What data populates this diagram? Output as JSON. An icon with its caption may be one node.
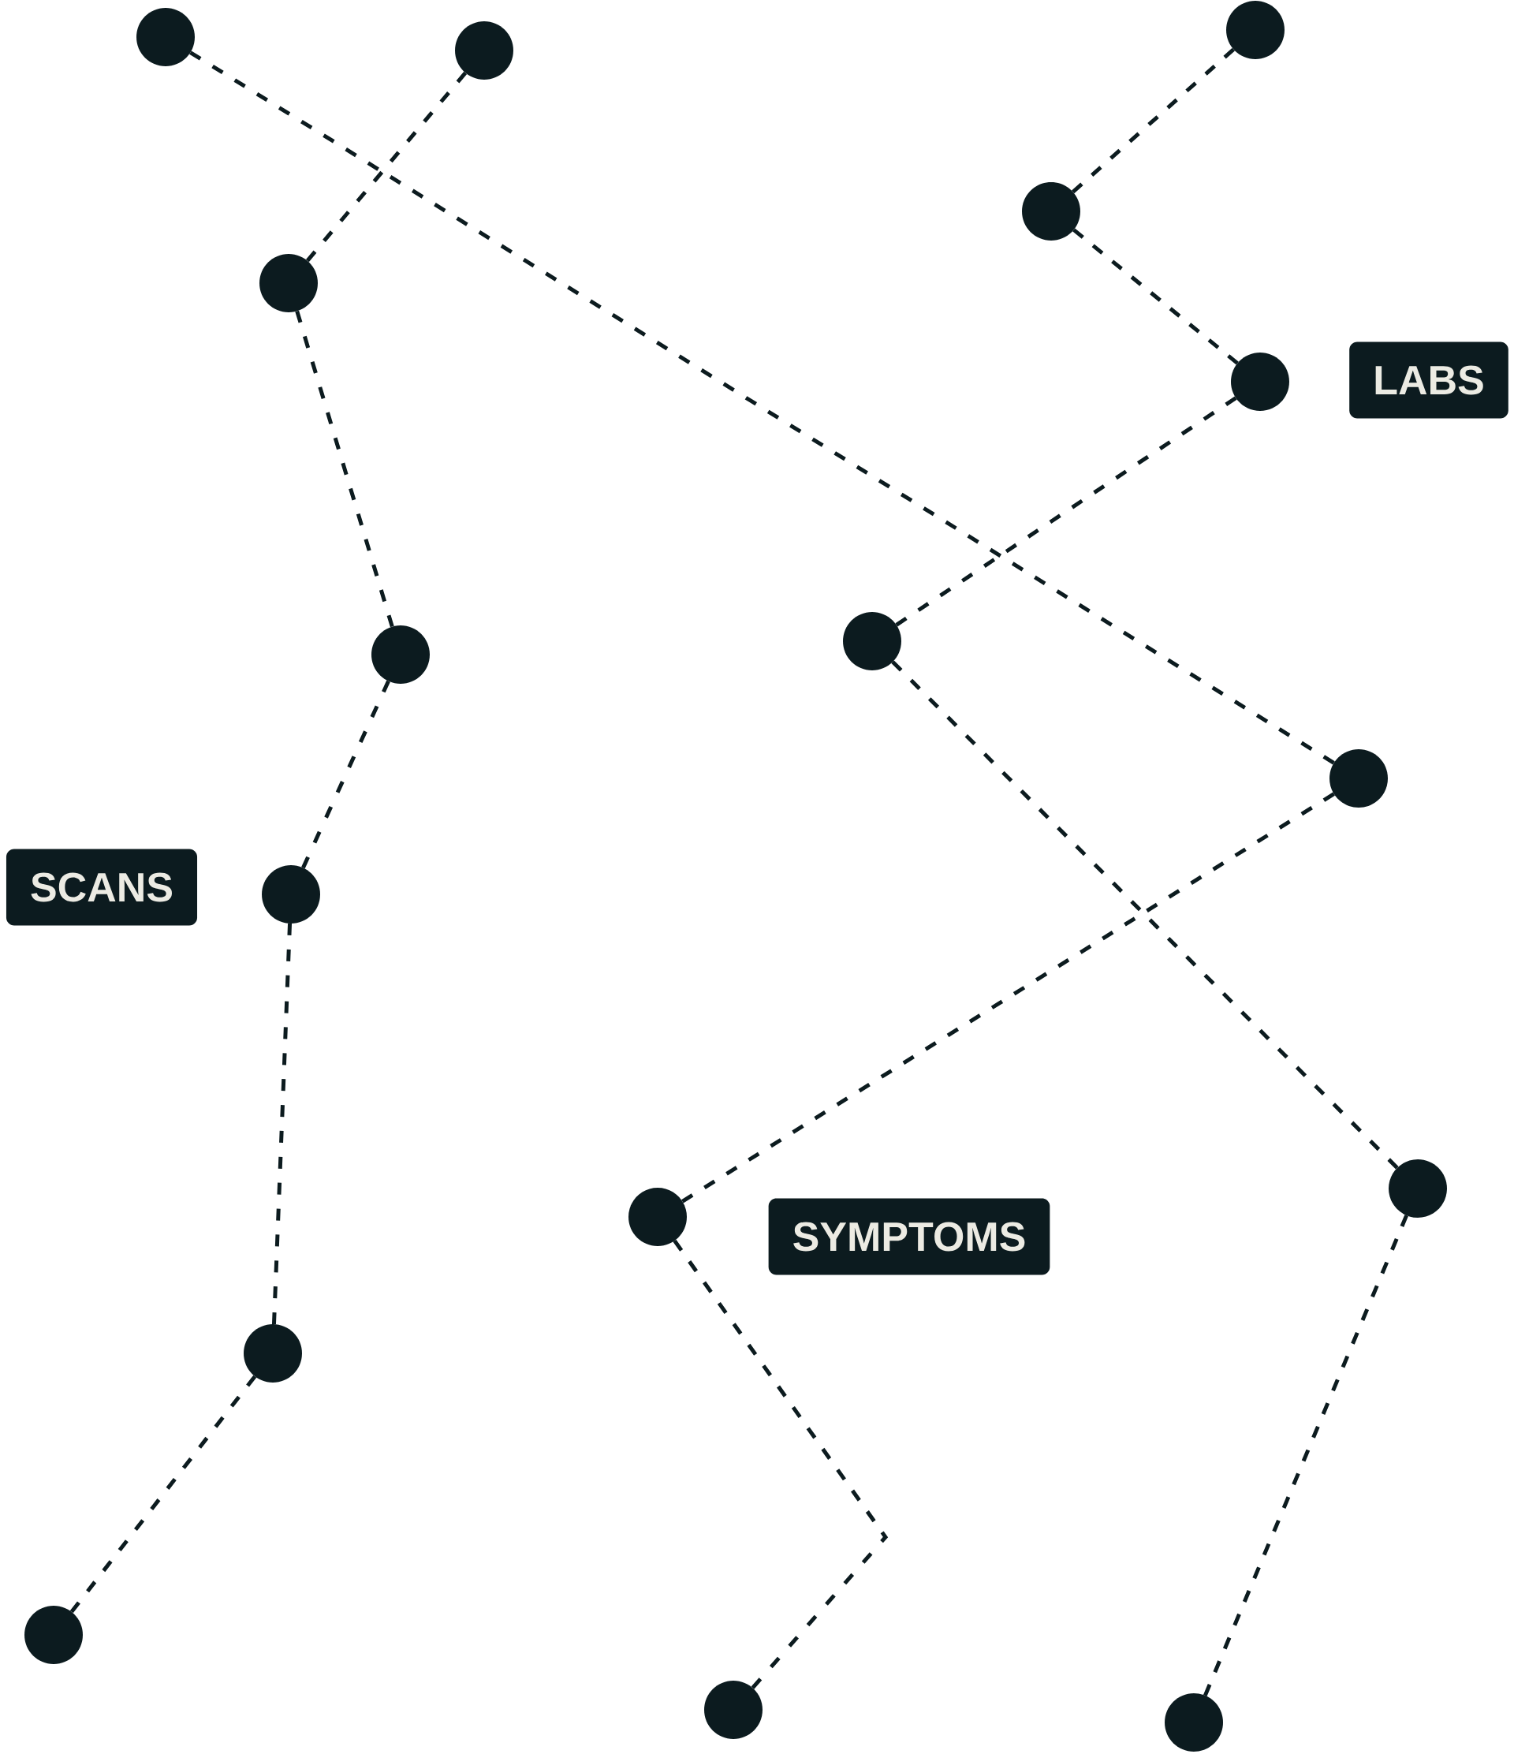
{
  "diagram": {
    "nodes": [
      {
        "text": [],
        "shape": "circle"
      },
      {
        "text": [],
        "shape": "circle"
      },
      {
        "text": [],
        "shape": "circle"
      },
      {
        "text": [],
        "shape": "circle"
      },
      {
        "text": [],
        "shape": "circle"
      },
      {
        "text": [],
        "shape": "circle"
      },
      {
        "text": [
          "LABS"
        ]
      },
      {
        "text": [],
        "shape": "circle"
      },
      {
        "text": [],
        "shape": "circle"
      },
      {
        "text": [],
        "shape": "circle"
      },
      {
        "text": [
          "SCANS"
        ]
      },
      {
        "text": [],
        "shape": "circle"
      },
      {
        "text": [],
        "shape": "circle"
      },
      {
        "text": [],
        "shape": "circle"
      },
      {
        "text": [
          "SYMPTOMS"
        ]
      },
      {
        "text": [],
        "shape": "circle"
      },
      {
        "text": [],
        "shape": "circle"
      },
      {
        "text": [],
        "shape": "circle"
      },
      {
        "text": [],
        "shape": "circle"
      }
    ],
    "edges": [
      {
        "from": 0,
        "to": 3,
        "arrow": "none",
        "style": "dashed"
      },
      {
        "from": 1,
        "to": 9,
        "arrow": "none",
        "style": "dashed"
      },
      {
        "from": 2,
        "to": 4,
        "arrow": "none",
        "style": "dashed"
      },
      {
        "from": 3,
        "to": 5,
        "arrow": "none",
        "style": "dashed"
      },
      {
        "from": 4,
        "to": 8,
        "arrow": "none",
        "style": "dashed"
      },
      {
        "from": 5,
        "to": 7,
        "arrow": "none",
        "style": "dashed"
      },
      {
        "from": 7,
        "to": 12,
        "arrow": "none",
        "style": "dashed"
      },
      {
        "from": 8,
        "to": 11,
        "arrow": "none",
        "style": "dashed"
      },
      {
        "from": 9,
        "to": 13,
        "arrow": "none",
        "style": "dashed"
      },
      {
        "from": 11,
        "to": 15,
        "arrow": "none",
        "style": "dashed"
      },
      {
        "from": 12,
        "to": 18,
        "arrow": "none",
        "style": "dashed"
      },
      {
        "from": 13,
        "to": 17,
        "arrow": "none",
        "style": "dashed"
      },
      {
        "from": 15,
        "to": 16,
        "arrow": "none",
        "style": "dashed"
      }
    ]
  }
}
